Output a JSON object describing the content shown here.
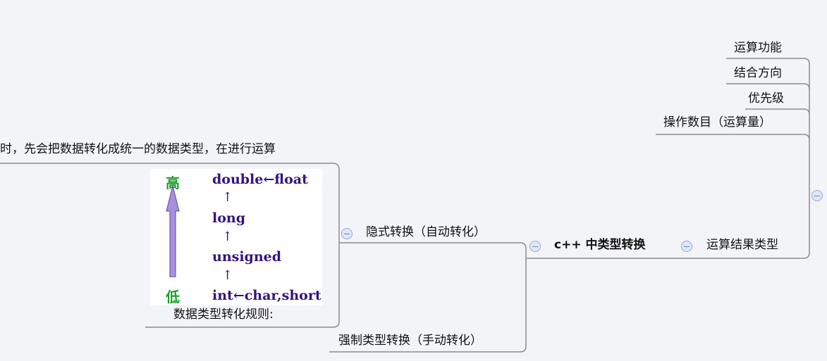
{
  "nodes": {
    "implicit_note": "时，先会把数据转化成统一的数据类型，在进行运算",
    "rule_caption": "数据类型转化规则:",
    "implicit": "隐式转换（自动转化）",
    "explicit": "强制类型转换（手动转化）",
    "center": "c++ 中类型转换",
    "result_type": "运算结果类型",
    "func": "运算功能",
    "assoc": "结合方向",
    "priority": "优先级",
    "operands": "操作数目（运算量）"
  },
  "rule_image": {
    "high": "高",
    "low": "低",
    "line1": "double←float",
    "line2": "long",
    "line3": "unsigned",
    "line4": "int←char,short",
    "arrow_up": "↑",
    "arrow_color": "#a98fe0",
    "text_color": "#34137d",
    "high_low_color": "#1aa02a"
  },
  "colors": {
    "background": "#f3f4f8",
    "connector": "#8c8c8c",
    "collapse_fill": "#dfe7f7"
  }
}
